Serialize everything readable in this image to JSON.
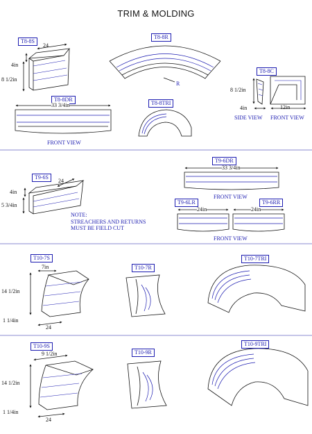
{
  "title": "TRIM & MOLDING",
  "colors": {
    "accent": "#1a1ab0",
    "ink": "#111111",
    "divider": "#8a8ad0"
  },
  "section1": {
    "t8_8s": {
      "tag": "T8-8S",
      "dim_length": "24",
      "dim_top": "4in",
      "dim_height": "8 1/2in"
    },
    "t8_8r": {
      "tag": "T8-8R",
      "radius_label": "R"
    },
    "t8_8c": {
      "tag": "T8-8C",
      "dim_height": "8 1/2in",
      "dim_depth": "4in",
      "dim_width": "12in",
      "side_view": "SIDE VIEW",
      "front_view": "FRONT VIEW"
    },
    "t8_8dr": {
      "tag": "T8-8DR",
      "dim_length": "33 3/4in",
      "front_view": "FRONT VIEW"
    },
    "t8_8tri": {
      "tag": "T8-8TRI"
    }
  },
  "section2": {
    "t9_6s": {
      "tag": "T9-6S",
      "dim_length": "24",
      "dim_top": "4in",
      "dim_height": "5 3/4in"
    },
    "note": {
      "line1": "NOTE:",
      "line2": "STREACHERS AND RETURNS",
      "line3": "MUST BE FIELD CUT"
    },
    "t9_6dr": {
      "tag": "T9-6DR",
      "dim_length": "33 3/4in",
      "front_view": "FRONT VIEW"
    },
    "t9_6lr": {
      "tag": "T9-6LR",
      "dim_length": "24in"
    },
    "t9_6rr": {
      "tag": "T9-6RR",
      "dim_length": "24in"
    },
    "front_view_2": "FRONT VIEW"
  },
  "section3": {
    "t10_7s": {
      "tag": "T10-7S",
      "dim_top": "7in",
      "dim_height": "14 1/2in",
      "dim_base": "1 1/4in",
      "dim_length": "24"
    },
    "t10_7r": {
      "tag": "T10-7R"
    },
    "t10_7tri": {
      "tag": "T10-7TRI"
    }
  },
  "section4": {
    "t10_9s": {
      "tag": "T10-9S",
      "dim_top": "9 1/2in",
      "dim_height": "14 1/2in",
      "dim_base": "1 1/4in",
      "dim_length": "24"
    },
    "t10_9r": {
      "tag": "T10-9R"
    },
    "t10_9tri": {
      "tag": "T10-9TRI"
    }
  }
}
